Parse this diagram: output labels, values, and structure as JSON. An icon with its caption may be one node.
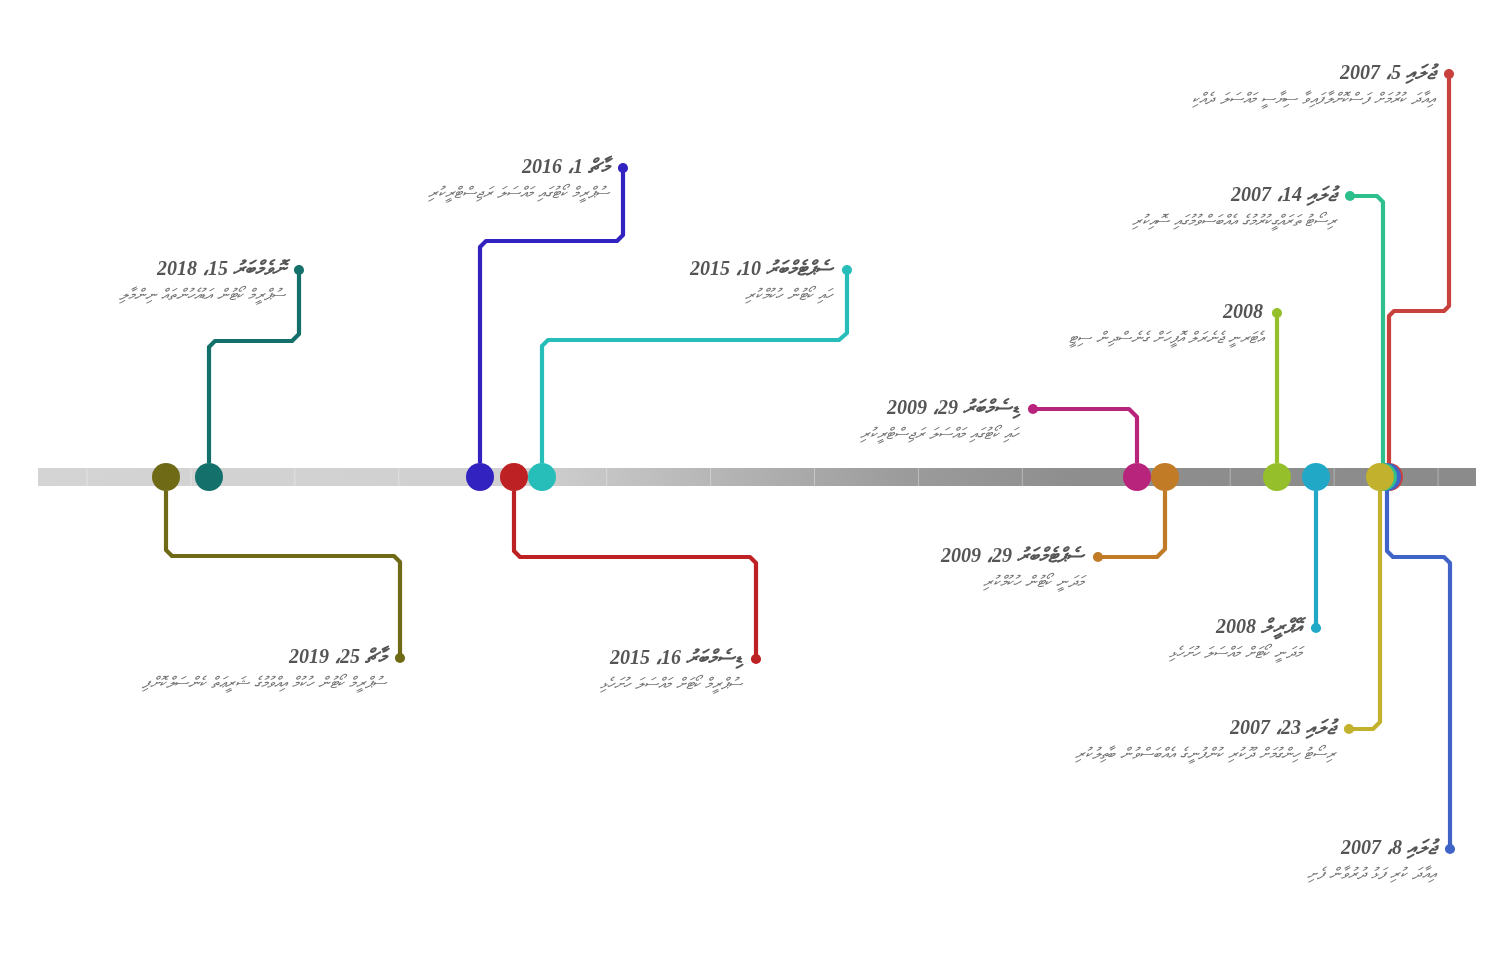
{
  "diagram": {
    "nodes": [
      {
        "text": [
          "ޖުލައި 5، 2007",
          "އިއާދަ ކުރުމަށް ފަސްކޮށްލާފައިވާ ސިޔާސީ މައްސަލަ ދެއްކި"
        ]
      },
      {
        "text": [
          "މާޗް 1، 2016",
          "ސުޕްރީމް ކޯޓުގައި މައްސަލަ ރަޖިސްޓްރީކުރި"
        ]
      },
      {
        "text": [
          "ޖުލައި 14، 2007",
          "ރިސޯޓު ތަރައްގީކުރުމުގެ އެއްބަސްވުމުގައި ސޮއިކުރި"
        ]
      },
      {
        "text": [
          "ނޮވެމްބަރު 15، 2018",
          "ސުޕްރީމް ކޯޓުން އަޑުއެހުންތައް ނިންމާލި"
        ]
      },
      {
        "text": [
          "ސެޕްޓެމްބަރު 10، 2015",
          "ހައި ކޯޓުން ހުކުމްކުރި"
        ]
      },
      {
        "text": [
          "2008",
          "އެޓަރނީ ޖެނެރަލް އޮފީހަށް ގެނެސްދިން ސިޓީ"
        ]
      },
      {
        "text": [
          "ޑިސެމްބަރު 29، 2009",
          "ހައި ކޯޓުގައި މައްސަލަ ރަޖިސްޓްރީކުރި"
        ]
      },
      {
        "text": [
          "ސެޕްޓެމްބަރު 29، 2009",
          "މަދަނީ ކޯޓުން ހުކުމްކުރި"
        ]
      },
      {
        "text": [
          "އޭޕްރީލް 2008",
          "މަދަނީ ކޯޓަށް މައްސަލަ ހުށަހެޅި"
        ]
      },
      {
        "text": [
          "މާޗް 25، 2019",
          "ސުޕްރީމް ކޯޓުން ހުކުމް އިއްވުމުގެ ޝަރީޢަތް ކެންސަލްކޮށްފި"
        ]
      },
      {
        "text": [
          "ޑިސެމްބަރު 16، 2015",
          "ސުޕްރީމް ކޯޓަށް މައްސަލަ ހުށަހެޅި"
        ]
      },
      {
        "text": [
          "ޖުލައި 23، 2007",
          "ރިސޯޓު ހިންގުމަށް ދޫކުރި ކުންފުނީގެ އެއްބަސްވުން ބާތިލުކުރި"
        ]
      },
      {
        "text": [
          "ޖުލައި 8، 2007",
          "އިއާދަ ކުރި ފަޅު ދުރުވާން ފެށި"
        ]
      },
      {
        "text": [],
        "shape": "circle"
      },
      {
        "text": [],
        "shape": "circle"
      },
      {
        "text": [],
        "shape": "circle"
      },
      {
        "text": [],
        "shape": "circle"
      },
      {
        "text": [],
        "shape": "circle"
      },
      {
        "text": [],
        "shape": "circle"
      },
      {
        "text": [],
        "shape": "circle"
      },
      {
        "text": [],
        "shape": "circle"
      },
      {
        "text": [],
        "shape": "circle"
      },
      {
        "text": [],
        "shape": "circle"
      },
      {
        "text": [],
        "shape": "circle"
      },
      {
        "text": [],
        "shape": "circle"
      },
      {
        "text": [],
        "shape": "circle"
      }
    ],
    "edges": [
      {
        "from": 25,
        "to": 0,
        "arrow": "other",
        "color": "#c9413d"
      },
      {
        "from": 15,
        "to": 1,
        "arrow": "other",
        "color": "#3222c0"
      },
      {
        "from": 23,
        "to": 2,
        "arrow": "other",
        "color": "#2ec08c"
      },
      {
        "from": 14,
        "to": 3,
        "arrow": "other",
        "color": "#13706a"
      },
      {
        "from": 17,
        "to": 4,
        "arrow": "other",
        "color": "#27bdb9"
      },
      {
        "from": 20,
        "to": 5,
        "arrow": "other",
        "color": "#95bf2b"
      },
      {
        "from": 18,
        "to": 6,
        "arrow": "other",
        "color": "#b8237b"
      },
      {
        "from": 19,
        "to": 7,
        "arrow": "other",
        "color": "#c17a25"
      },
      {
        "from": 21,
        "to": 8,
        "arrow": "other",
        "color": "#20a8c6"
      },
      {
        "from": 13,
        "to": 9,
        "arrow": "other",
        "color": "#6f6a15"
      },
      {
        "from": 16,
        "to": 10,
        "arrow": "other",
        "color": "#bd2124"
      },
      {
        "from": 22,
        "to": 11,
        "arrow": "other",
        "color": "#c2b12c"
      },
      {
        "from": 24,
        "to": 12,
        "arrow": "other",
        "color": "#3f63c6"
      }
    ]
  }
}
